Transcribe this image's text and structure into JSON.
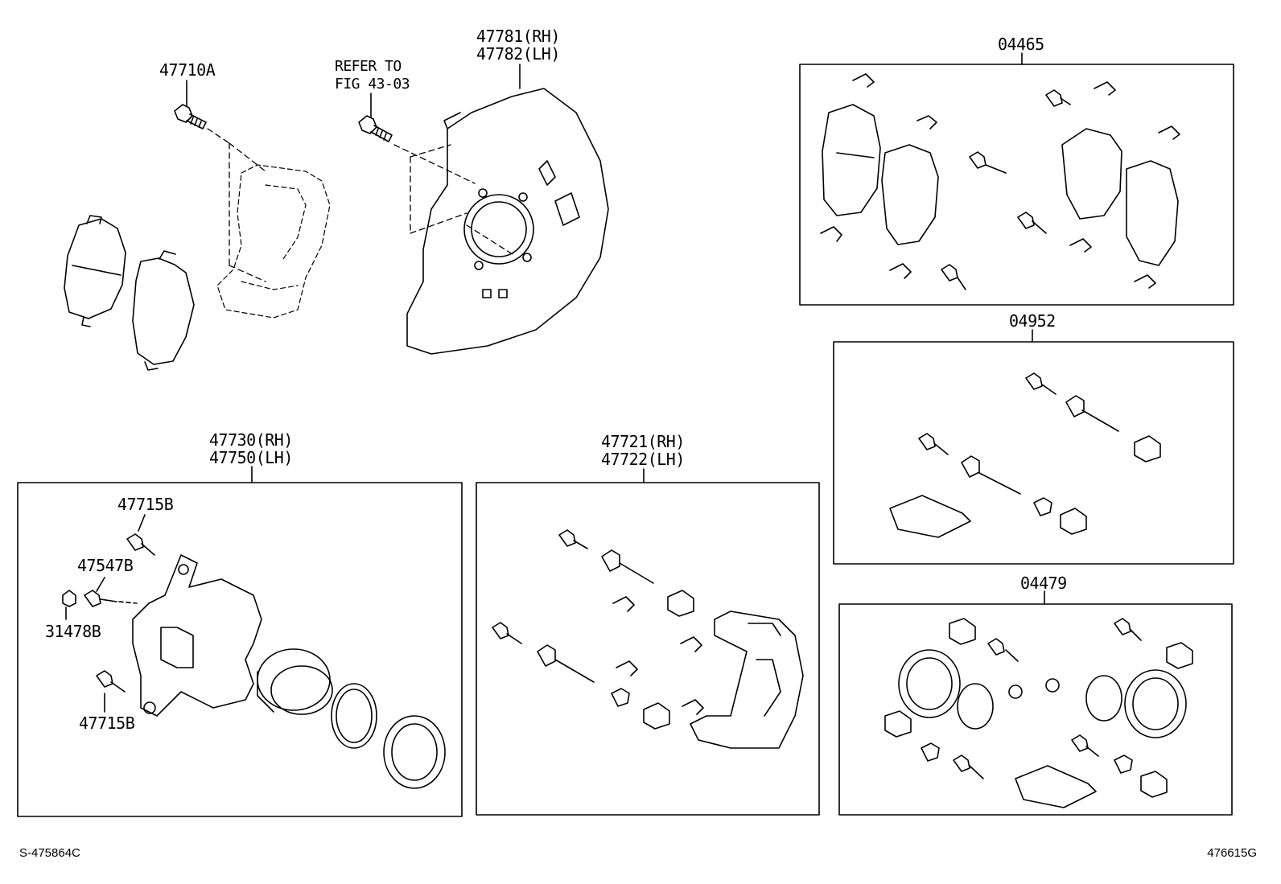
{
  "labels": {
    "p47710a": "47710A",
    "refer1": "REFER TO",
    "refer2": "FIG 43-03",
    "shield_rh": "47781(RH)",
    "shield_lh": "47782(LH)",
    "kit04465": "04465",
    "kit04952": "04952",
    "kit04479": "04479",
    "caliper_rh": "47730(RH)",
    "caliper_lh": "47750(LH)",
    "p47715b_top": "47715B",
    "p47547b": "47547B",
    "p31478b": "31478B",
    "p47715b_bot": "47715B",
    "mount_rh": "47721(RH)",
    "mount_lh": "47722(LH)"
  },
  "footer": {
    "left": "S-475864C",
    "right": "476615G"
  }
}
